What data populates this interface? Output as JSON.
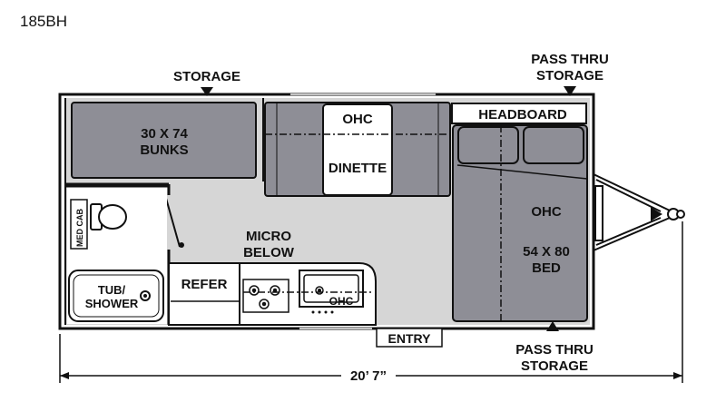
{
  "model": "185BH",
  "labels": {
    "storage_top": "STORAGE",
    "pass_thru_top_1": "PASS THRU",
    "pass_thru_top_2": "STORAGE",
    "bunks_1": "30 X 74",
    "bunks_2": "BUNKS",
    "ohc_dinette": "OHC",
    "dinette": "DINETTE",
    "headboard": "HEADBOARD",
    "ohc_bed": "OHC",
    "bed_1": "54 X 80",
    "bed_2": "BED",
    "med_cab": "MED CAB",
    "micro_1": "MICRO",
    "micro_2": "BELOW",
    "refer": "REFER",
    "tub_1": "TUB/",
    "tub_2": "SHOWER",
    "ohc_kitchen": "OHC",
    "entry": "ENTRY",
    "pass_thru_bottom_1": "PASS THRU",
    "pass_thru_bottom_2": "STORAGE",
    "length": "20’ 7”"
  },
  "colors": {
    "outline": "#111111",
    "floor": "#d6d6d6",
    "furniture": "#8e8e96",
    "white": "#ffffff"
  }
}
